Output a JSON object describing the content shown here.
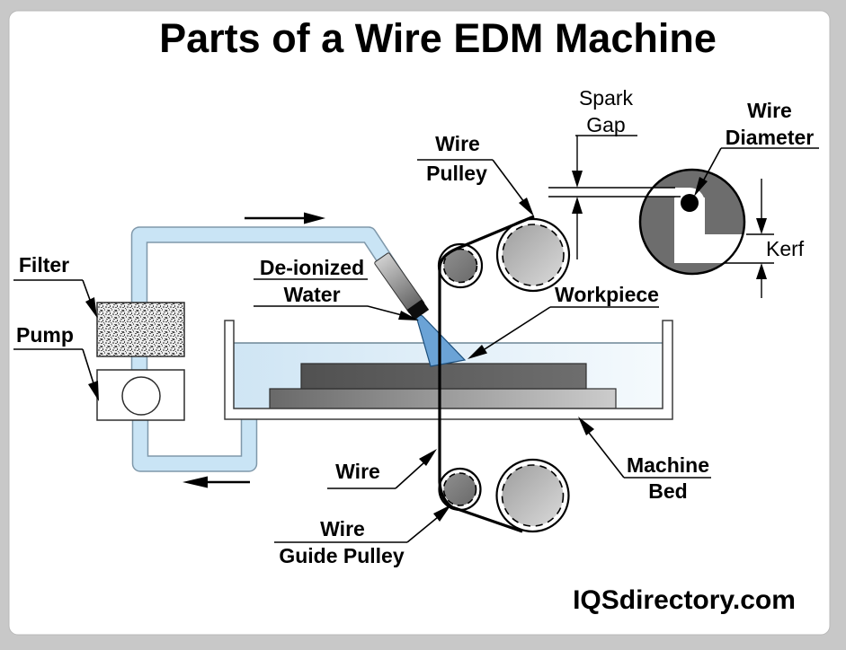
{
  "title": "Parts of a Wire EDM Machine",
  "watermark": "IQSdirectory.com",
  "labels": {
    "spark_gap": {
      "line1": "Spark",
      "line2": "Gap"
    },
    "wire_diameter": {
      "line1": "Wire",
      "line2": "Diameter"
    },
    "wire_pulley": {
      "line1": "Wire",
      "line2": "Pulley"
    },
    "kerf": "Kerf",
    "workpiece": "Workpiece",
    "de_ionized_water": {
      "line1": "De-ionized",
      "line2": "Water"
    },
    "filter": "Filter",
    "pump": "Pump",
    "wire": "Wire",
    "machine_bed": {
      "line1": "Machine",
      "line2": "Bed"
    },
    "wire_guide_pulley": {
      "line1": "Wire",
      "line2": "Guide Pulley"
    }
  },
  "colors": {
    "frame_gray": "#c8c8c8",
    "canvas_white": "#ffffff",
    "pipe_blue": "#c9e4f5",
    "water_blue": "#dcecf7",
    "spray_blue": "#6ba3d6",
    "workpiece_gray": "#5a5a5a",
    "machine_bed_gray": "#9d9d9d",
    "pulley_dark_gray": "#7d7d7d",
    "pulley_light_gray": "#c4c4c4",
    "detail_circle_gray": "#6d6d6d",
    "line_black": "#000000"
  }
}
